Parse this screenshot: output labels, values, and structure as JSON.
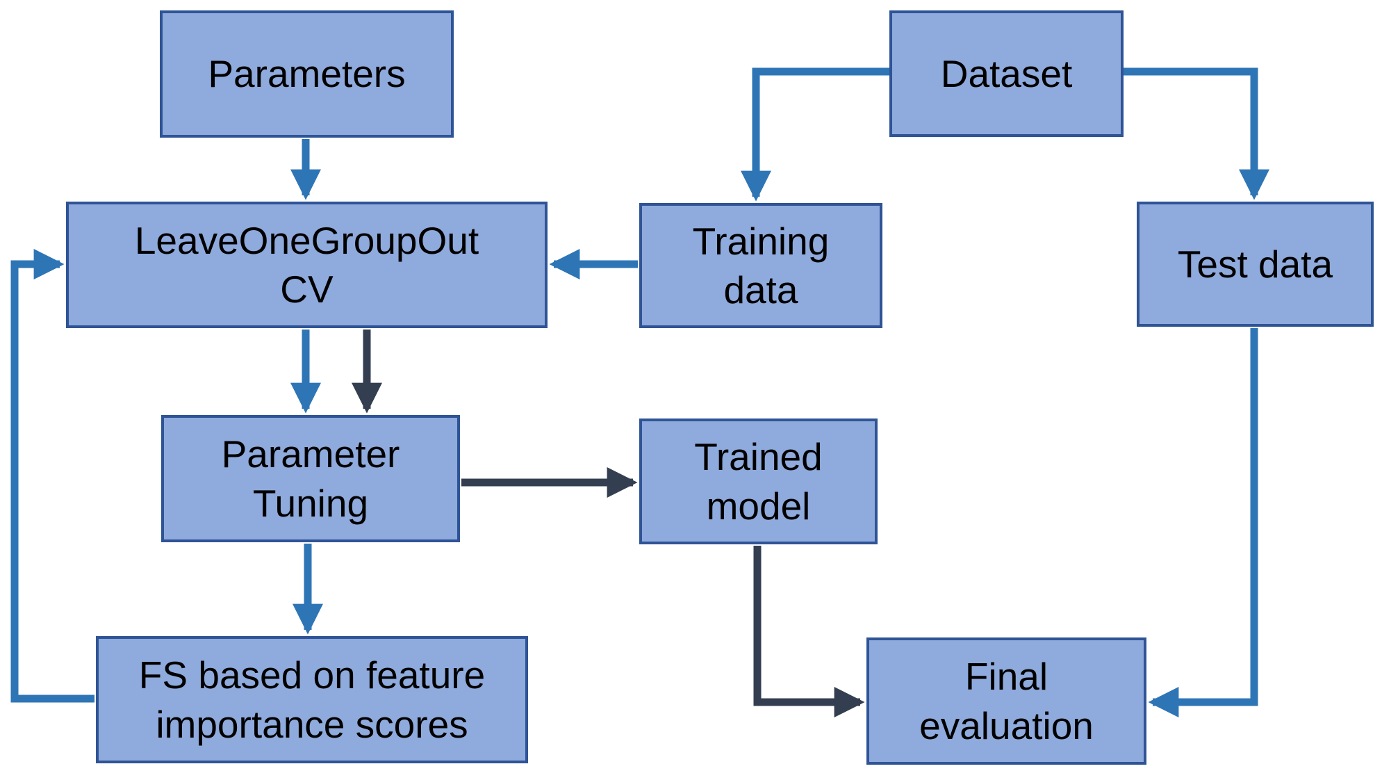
{
  "colors": {
    "node_fill": "#8FAADC",
    "node_border": "#2F5496",
    "arrow_blue": "#2E75B6",
    "arrow_dark": "#333F50",
    "text": "#000000",
    "background": "#FFFFFF"
  },
  "nodes": {
    "parameters": {
      "label": "Parameters"
    },
    "dataset": {
      "label": "Dataset"
    },
    "cv": {
      "line1": "LeaveOneGroupOut",
      "line2": "CV"
    },
    "training_data": {
      "line1": "Training",
      "line2": "data"
    },
    "test_data": {
      "label": "Test data"
    },
    "parameter_tuning": {
      "line1": "Parameter",
      "line2": "Tuning"
    },
    "trained_model": {
      "line1": "Trained",
      "line2": "model"
    },
    "feature_selection": {
      "line1": "FS based on feature",
      "line2": "importance scores"
    },
    "final_evaluation": {
      "line1": "Final",
      "line2": "evaluation"
    }
  },
  "edges": [
    {
      "from": "parameters",
      "to": "cv",
      "color": "blue"
    },
    {
      "from": "dataset",
      "to": "training_data",
      "color": "blue"
    },
    {
      "from": "dataset",
      "to": "test_data",
      "color": "blue"
    },
    {
      "from": "training_data",
      "to": "cv",
      "color": "blue"
    },
    {
      "from": "cv",
      "to": "parameter_tuning",
      "color": "blue"
    },
    {
      "from": "cv",
      "to": "parameter_tuning",
      "color": "dark"
    },
    {
      "from": "parameter_tuning",
      "to": "feature_selection",
      "color": "blue"
    },
    {
      "from": "feature_selection",
      "to": "cv",
      "color": "blue"
    },
    {
      "from": "parameter_tuning",
      "to": "trained_model",
      "color": "dark"
    },
    {
      "from": "trained_model",
      "to": "final_evaluation",
      "color": "dark"
    },
    {
      "from": "test_data",
      "to": "final_evaluation",
      "color": "blue"
    }
  ]
}
